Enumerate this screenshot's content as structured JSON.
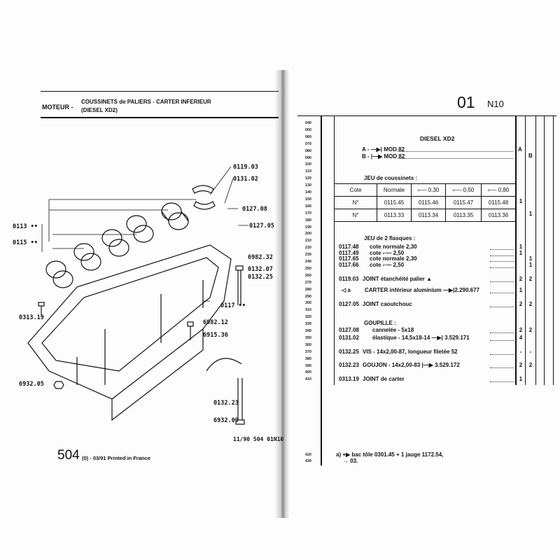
{
  "left_page": {
    "section": "MOTEUR -",
    "title_line1": "COUSSINETS de PALIERS - CARTER INFERIEUR",
    "title_line2": "(DIESEL XD2)",
    "callouts": [
      "0119.03",
      "0131.02",
      "0127.08",
      "0127.05",
      "0113 ••",
      "0115 ••",
      "6982.32",
      "0132.07",
      "0132.25",
      "0117 ••",
      "0313.19",
      "6982.12",
      "6915.36",
      "6932.05",
      "0132.23",
      "6932.09"
    ],
    "ref_code": "11/90 504 01N10",
    "footer_model": "504",
    "footer_text": "(0) - 03/91 Printed in France"
  },
  "right_page": {
    "group": "01",
    "subgroup": "N10",
    "line_numbers": [
      "040",
      "050",
      "060",
      "070",
      "080",
      "090",
      "100",
      "110",
      "120",
      "130",
      "140",
      "150",
      "160",
      "170",
      "180",
      "190",
      "200",
      "210",
      "220",
      "230",
      "240",
      "250",
      "260",
      "270",
      "280",
      "290",
      "300",
      "310",
      "320",
      "330",
      "340",
      "350",
      "360",
      "370",
      "380",
      "390",
      "400",
      "410"
    ],
    "footnote_line_numbers": [
      "420",
      "430"
    ],
    "heading": "DIESEL XD2",
    "variant_a": "A - —▶| MOD 82",
    "variant_b": "B - |—▶ MOD 82",
    "col_a": "A",
    "col_b": "B",
    "jeu_label": "JEU de coussinets :",
    "jeu_table": {
      "headers": [
        "Cote",
        "Normale",
        "⌐— 0,30",
        "⌐— 0,50",
        "⌐— 0,80"
      ],
      "rows": [
        {
          "cells": [
            "N°",
            "0115.45",
            "0115.46",
            "0115.47",
            "0115.48"
          ],
          "qa": "1",
          "qb": ""
        },
        {
          "cells": [
            "N°",
            "0113.33",
            "0113.34",
            "0113.35",
            "0113.36"
          ],
          "qa": "",
          "qb": "1"
        }
      ]
    },
    "flasques_label": "JEU de 2 flasques :",
    "items": [
      {
        "ref": "0117.48",
        "desc": "cote normale 2,30",
        "qa": "1",
        "qb": ""
      },
      {
        "ref": "0117.49",
        "desc": "cote ⌐— 2,50",
        "qa": "1",
        "qb": ""
      },
      {
        "ref": "0117.65",
        "desc": "cote normale 2,30",
        "qa": "",
        "qb": "1"
      },
      {
        "ref": "0117.66",
        "desc": "cote ⌐— 2,50",
        "qa": "",
        "qb": "1"
      },
      {
        "ref": "0119.03",
        "desc": "JOINT étanchéité palier ▲",
        "qa": "2",
        "qb": "2"
      },
      {
        "ref": "◁ a",
        "desc": "CARTER inférieur aluminium —▶|2.290.677",
        "qa": "1",
        "qb": ""
      },
      {
        "ref": "0127.05",
        "desc": "JOINT caoutchouc",
        "qa": "2",
        "qb": "2"
      },
      {
        "ref": "0127.08",
        "desc": "cannelée - 5x18",
        "qa": "2",
        "qb": "2"
      },
      {
        "ref": "0131.02",
        "desc": "élastique - 14,5x18-14 —▶| 3.529.171",
        "qa": "4",
        "qb": ""
      },
      {
        "ref": "0132.25",
        "desc": "VIS - 14x2,00-87, longueur filetée 52",
        "qa": "-",
        "qb": "-"
      },
      {
        "ref": "0132.23",
        "desc": "GOUJON - 14x2,00-83 |—▶ 3.529.172",
        "qa": "2",
        "qb": "2"
      },
      {
        "ref": "0313.19",
        "desc": "JOINT de carter",
        "qa": "1",
        "qb": ""
      }
    ],
    "goupille_label": "GOUPILLE :",
    "footnote_line1": "a) +▶ bac tôle 0301.45 + 1 jauge 1172.54,",
    "footnote_line2": "→ 03."
  }
}
